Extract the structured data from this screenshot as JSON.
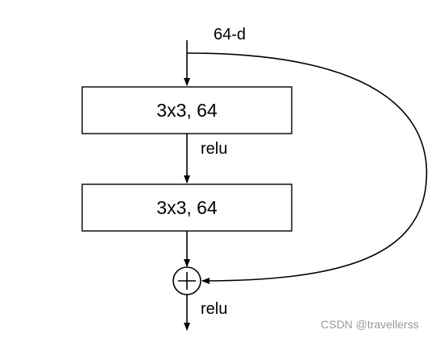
{
  "diagram": {
    "input_label": "64-d",
    "layer1_label": "3x3, 64",
    "activation1_label": "relu",
    "layer2_label": "3x3, 64",
    "add_symbol": "+",
    "activation2_label": "relu"
  },
  "watermark": "CSDN @travellerss"
}
